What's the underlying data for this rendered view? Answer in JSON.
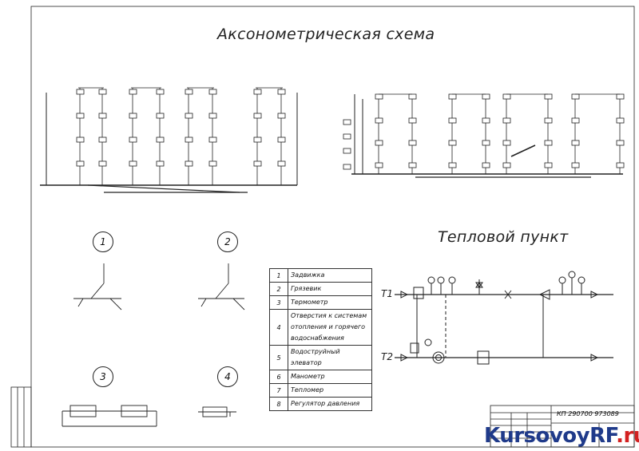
{
  "titles": {
    "axonometric": "Аксонометрическая схема",
    "heat_point": "Тепловой пункт"
  },
  "detail_numbers": [
    "1",
    "2",
    "3",
    "4"
  ],
  "pipe_labels": {
    "t1": "Т1",
    "t2": "Т2"
  },
  "legend": [
    {
      "num": "1",
      "text": "Задвижка"
    },
    {
      "num": "2",
      "text": "Грязевик"
    },
    {
      "num": "3",
      "text": "Термометр"
    },
    {
      "num": "4",
      "text": "Отверстия к системам отопления и горячего водоснабжения"
    },
    {
      "num": "5",
      "text": "Водоструйный элеватор"
    },
    {
      "num": "6",
      "text": "Манометр"
    },
    {
      "num": "7",
      "text": "Тепломер"
    },
    {
      "num": "8",
      "text": "Регулятор давления"
    }
  ],
  "stamp": {
    "code": "КП 290700 973089"
  },
  "watermark": {
    "main": "KursovoyRF",
    "suffix": ".ru"
  },
  "colors": {
    "line": "#222222",
    "watermark_blue": "#1f3a8a",
    "watermark_red": "#d32020"
  }
}
